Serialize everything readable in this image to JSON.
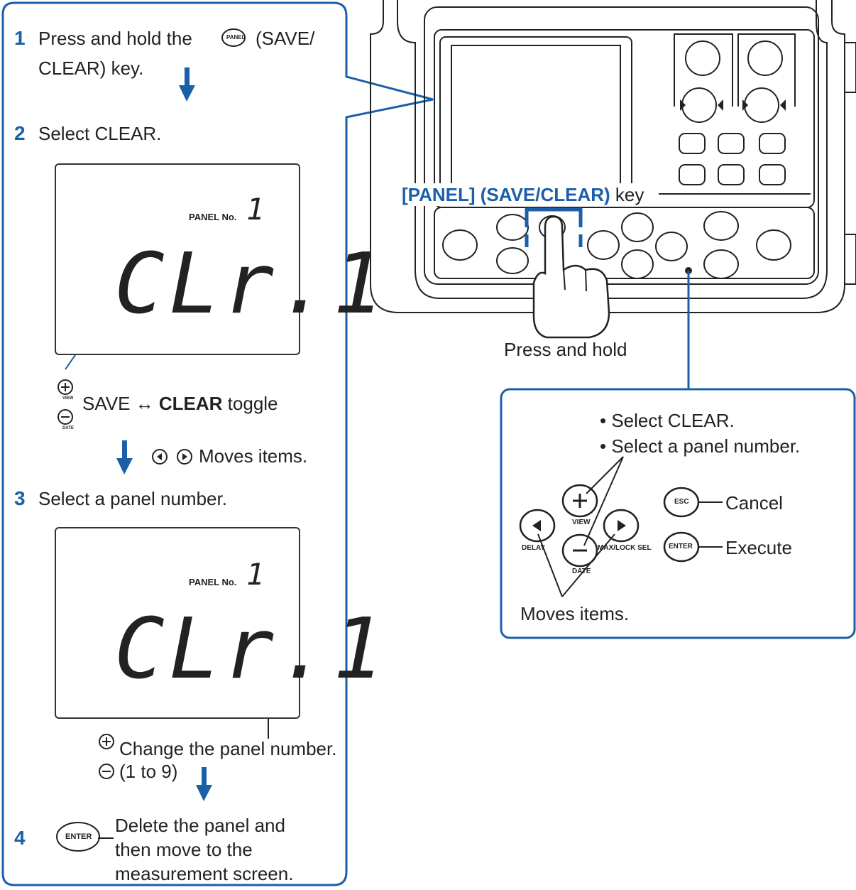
{
  "steps": {
    "s1": {
      "num": "1",
      "text_a": "Press and hold the",
      "key": "PANEL",
      "text_b": "(SAVE/",
      "text_c": "CLEAR) key."
    },
    "s2": {
      "num": "2",
      "text": "Select CLEAR."
    },
    "s3": {
      "num": "3",
      "text": "Select a panel number."
    },
    "s4": {
      "num": "4",
      "key": "ENTER",
      "line1": "Delete the panel and",
      "line2": "then move to the",
      "line3": "measurement screen."
    }
  },
  "lcd": {
    "panel_label": "PANEL No.",
    "panel_no": "1",
    "display": "CLr.1"
  },
  "step2_help": {
    "pre": "SAVE ↔ ",
    "bold": "CLEAR",
    "post": " toggle",
    "moves": "Moves items.",
    "view": "VIEW",
    "date": "DATE"
  },
  "step3_help": {
    "change": "Change the panel number.",
    "range": "(1 to 9)"
  },
  "device": {
    "key_label_bold": "[PANEL] (SAVE/CLEAR)",
    "key_label_rest": " key",
    "press_hold": "Press and hold"
  },
  "callout": {
    "bullet1": "• Select CLEAR.",
    "bullet2": "• Select a panel number.",
    "esc": "ESC",
    "enter": "ENTER",
    "cancel": "Cancel",
    "execute": "Execute",
    "view": "VIEW",
    "date": "DATE",
    "delay": "DELAY",
    "max": "MAX/LOCK SEL",
    "moves": "Moves items."
  },
  "colors": {
    "accent": "#1a5fa8",
    "blink": "#e02020"
  }
}
